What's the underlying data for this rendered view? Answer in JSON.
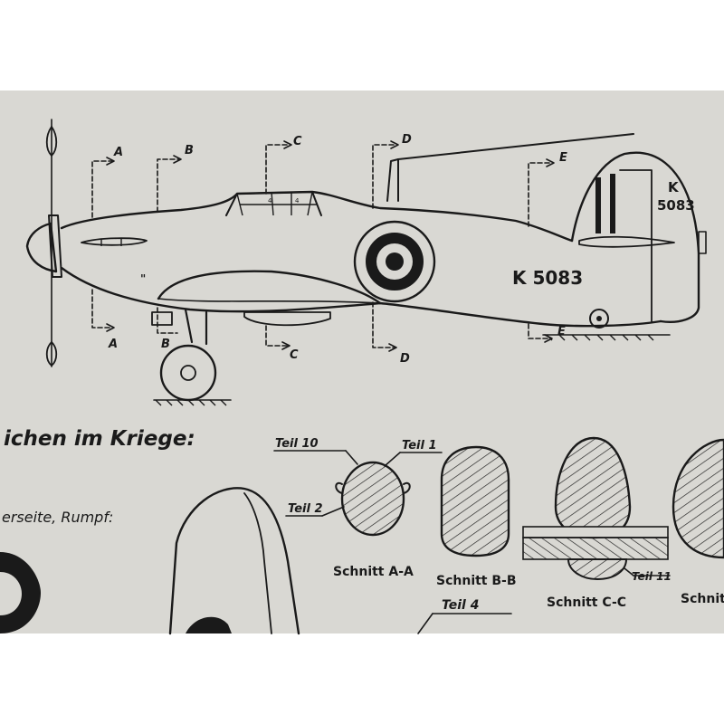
{
  "colors": {
    "paper": "#d9d8d3",
    "ink": "#1a1a1a",
    "background": "#ffffff"
  },
  "aircraft": {
    "side_serial": "K 5083",
    "tail_serial_letter": "K",
    "tail_serial_number": "5083",
    "cockpit_panel_labels": [
      "4",
      "4"
    ]
  },
  "section_markers": {
    "top": [
      "A",
      "B",
      "C",
      "D",
      "E"
    ],
    "bottom": [
      "A",
      "B",
      "C",
      "D",
      "E"
    ]
  },
  "headings": {
    "markings_heading": "ichen im Kriege:",
    "underside_caption": "erseite, Rumpf:"
  },
  "parts": {
    "teil_10": "Teil 10",
    "teil_1": "Teil 1",
    "teil_2": "Teil 2",
    "teil_4": "Teil 4",
    "teil_11": "Teil 11"
  },
  "sections": {
    "a": "Schnitt A-A",
    "b": "Schnitt B-B",
    "c": "Schnitt C-C",
    "e_partial": "Schnit"
  }
}
